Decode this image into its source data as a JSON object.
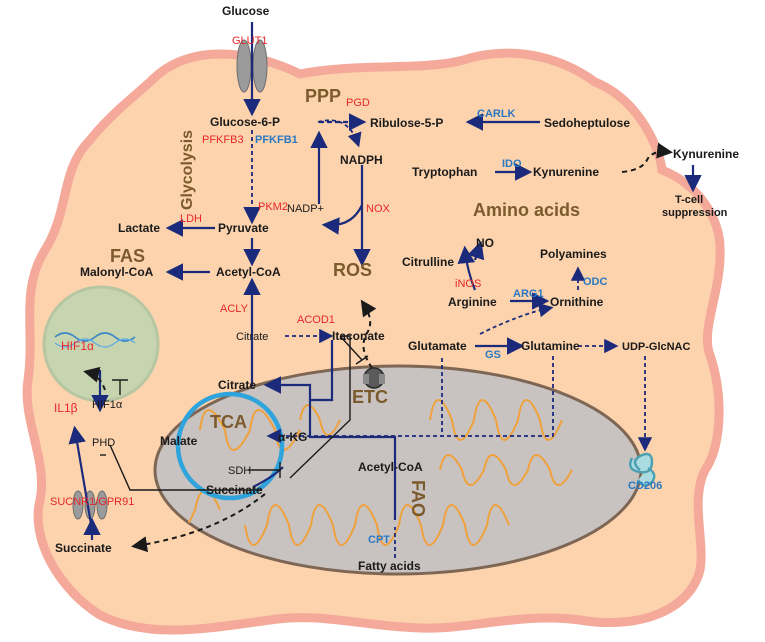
{
  "labels": {
    "glucose": "Glucose",
    "glut1": "GLUT1",
    "glucose6p": "Glucose-6-P",
    "ppp": "PPP",
    "pgd": "PGD",
    "ribulose5p": "Ribulose-5-P",
    "carlk": "CARLK",
    "sedoheptulose": "Sedoheptulose",
    "pfkfb3": "PFKFB3",
    "pfkfb1": "PFKFB1",
    "nadph": "NADPH",
    "glycolysis": "Glycolysis",
    "tryptophan": "Tryptophan",
    "ido": "IDO",
    "kynurenine_in": "Kynurenine",
    "kynurenine_out": "Kynurenine",
    "tcell": "T-cell",
    "suppression": "suppression",
    "pkm2": "PKM2",
    "nadp_plus": "NADP+",
    "nox": "NOX",
    "amino_acids": "Amino acids",
    "ldh": "LDH",
    "lactate": "Lactate",
    "pyruvate": "Pyruvate",
    "no": "NO",
    "polyamines": "Polyamines",
    "fas": "FAS",
    "citrulline": "Citrulline",
    "malonyl": "Malonyl-CoA",
    "acetyl_top": "Acetyl-CoA",
    "ros": "ROS",
    "inos": "iNOS",
    "odc": "ODC",
    "arginine": "Arginine",
    "arg1": "ARG1",
    "ornithine": "Ornithine",
    "acly": "ACLY",
    "acod1": "ACOD1",
    "citrate_top": "Citrate",
    "itaconate": "Itaconate",
    "hif1a_nuc": "HIF1α",
    "glutamate": "Glutamate",
    "gs": "GS",
    "glutamine": "Glutamine",
    "udp": "UDP-GlcNAC",
    "hif1a": "HIF1α",
    "citrate_mito": "Citrate",
    "etc": "ETC",
    "il1b": "IL1β",
    "tca": "TCA",
    "phd": "PHD",
    "malate": "Malate",
    "akg": "α-KG",
    "sdh": "SDH",
    "acetyl_mito": "Acetyl-CoA",
    "succinate_mito": "Succinate",
    "fao": "FAO",
    "sucnr1": "SUCNR1/GPR91",
    "cd206": "CD206",
    "succinate_out": "Succinate",
    "cpt": "CPT",
    "fatty_acids": "Fatty acids"
  },
  "colors": {
    "cell_fill": "#fcd3ad",
    "cell_border": "#f4a99a",
    "nucleus": "#c6d5b0",
    "mito": "#c8c2c0",
    "cristae": "#f0a13a",
    "pathway_line": "#1b2a7a",
    "tca_cycle": "#2ea3dc",
    "enzyme_red": "#e8262a",
    "enzyme_blue": "#2b78c2",
    "heading": "#7b5a2e"
  }
}
